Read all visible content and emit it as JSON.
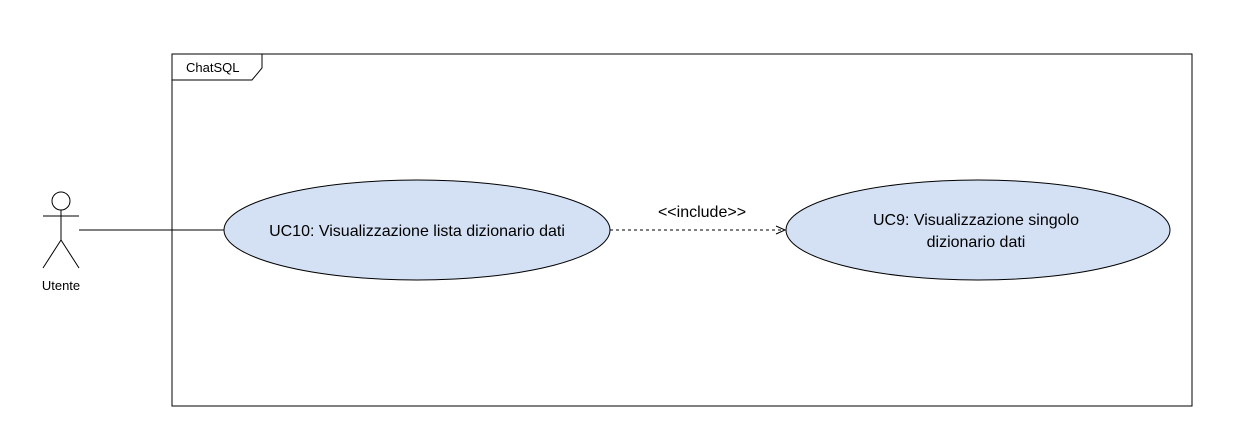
{
  "system": {
    "name": "ChatSQL"
  },
  "actor": {
    "name": "Utente"
  },
  "use_cases": [
    {
      "id": "uc10",
      "label_lines": [
        "UC10: Visualizzazione lista dizionario dati"
      ]
    },
    {
      "id": "uc9",
      "label_lines": [
        "UC9: Visualizzazione singolo",
        "dizionario dati"
      ]
    }
  ],
  "relation": {
    "label": "<<include>>"
  },
  "colors": {
    "use_case_fill": "#d4e1f5",
    "stroke": "#000000",
    "background": "#ffffff"
  }
}
